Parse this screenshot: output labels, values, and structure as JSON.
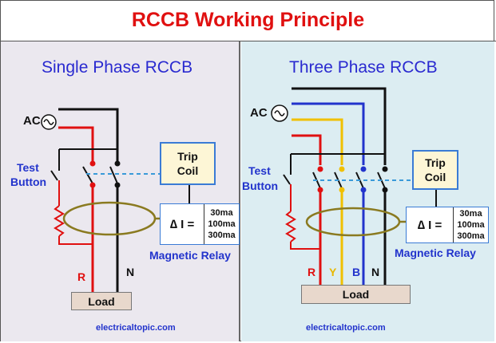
{
  "title": "RCCB  Working Principle",
  "left": {
    "heading": "Single Phase RCCB",
    "ac_label": "AC",
    "test_button": [
      "Test",
      "Button"
    ],
    "trip_coil": [
      "Trip",
      "Coil"
    ],
    "delta_label": "∆ I =",
    "settings": [
      "30ma",
      "100ma",
      "300ma"
    ],
    "relay_caption": "Magnetic Relay",
    "line_r": "R",
    "line_n": "N",
    "load": "Load",
    "credit": "electricaltopic.com"
  },
  "right": {
    "heading": "Three Phase RCCB",
    "ac_label": "AC",
    "test_button": [
      "Test",
      "Button"
    ],
    "trip_coil": [
      "Trip",
      "Coil"
    ],
    "delta_label": "∆ I =",
    "settings": [
      "30ma",
      "100ma",
      "300ma"
    ],
    "relay_caption": "Magnetic Relay",
    "line_r": "R",
    "line_y": "Y",
    "line_b": "B",
    "line_n": "N",
    "load": "Load",
    "credit": "electricaltopic.com"
  },
  "colors": {
    "title": "#e01010",
    "heading": "#2a2ad0",
    "phase_r": "#e01010",
    "phase_y": "#f0c000",
    "phase_b": "#2233cc",
    "neutral": "#111111",
    "core": "#8a7a20",
    "trip_link": "#3a9ad9"
  }
}
